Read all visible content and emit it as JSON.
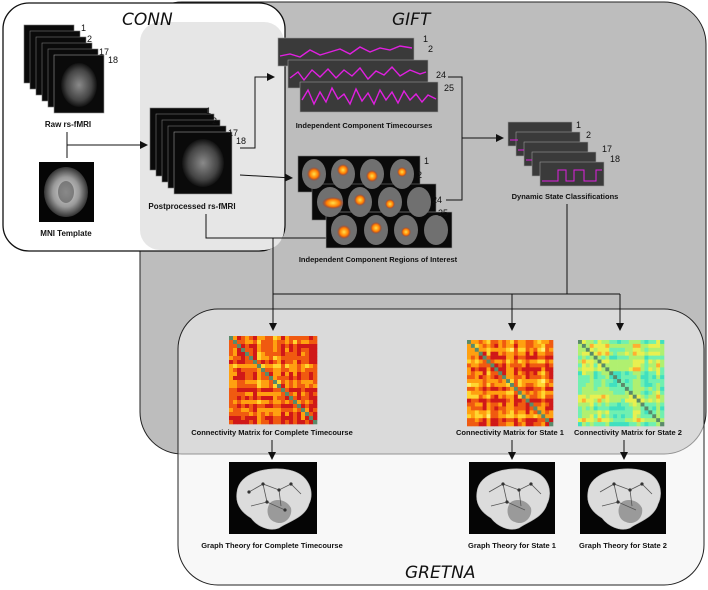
{
  "panels": {
    "conn": "CONN",
    "gift": "GIFT",
    "gretna": "GRETNA"
  },
  "labels": {
    "raw": "Raw rs-fMRI",
    "mni": "MNI Template",
    "postprocessed": "Postprocessed rs-fMRI",
    "ic_timecourses": "Independent Component Timecourses",
    "ic_regions": "Independent Component Regions of Interest",
    "dynamic_states": "Dynamic State Classifications",
    "cm_complete": "Connectivity Matrix for Complete Timecourse",
    "cm_state1": "Connectivity Matrix for State 1",
    "cm_state2": "Connectivity Matrix for State 2",
    "gt_complete": "Graph Theory for Complete Timecourse",
    "gt_state1": "Graph Theory for State 1",
    "gt_state2": "Graph Theory for State 2"
  },
  "stack_numbers": {
    "raw": [
      "1",
      "2",
      "17",
      "18"
    ],
    "post": [
      "1",
      "2",
      "17",
      "18"
    ],
    "timecourses": [
      "1",
      "2",
      "24",
      "25"
    ],
    "regions": [
      "1",
      "2",
      "24",
      "25"
    ],
    "states": [
      "1",
      "2",
      "17",
      "18"
    ]
  },
  "colors": {
    "gift_bg": "#bdbdbd",
    "conn_inner": "#e6e6e6",
    "gretna_bg": "#f2f2f2",
    "timecourse": "#e020e0"
  }
}
